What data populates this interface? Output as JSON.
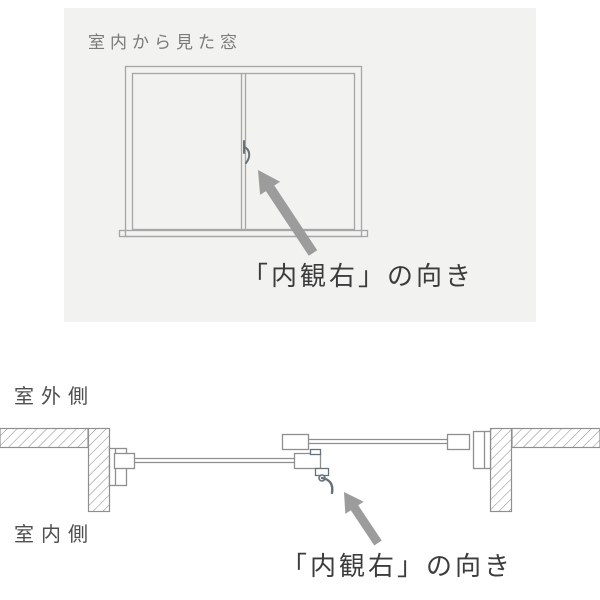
{
  "top_panel": {
    "caption": "室内から見た窓",
    "direction_label": "「内観右」の向き"
  },
  "bottom_panel": {
    "outside_label": "室外側",
    "inside_label": "室内側",
    "direction_label": "「内観右」の向き"
  },
  "colors": {
    "panel_background": "#f2f2f0",
    "drawing_line": "#a6a6a6",
    "section_line": "#8f8f8f",
    "wall_hatch": "#8f8f8f",
    "arrow": "#9c9c9c",
    "caption_text": "#7a7a7a",
    "direction_text": "#3c3c3c",
    "side_label_text": "#4f4f4f",
    "handle": "#66717a"
  },
  "icons": {
    "top_arrow": "arrow-up-left",
    "bottom_arrow": "arrow-up-left",
    "handle_glyph": "crescent-lock"
  }
}
